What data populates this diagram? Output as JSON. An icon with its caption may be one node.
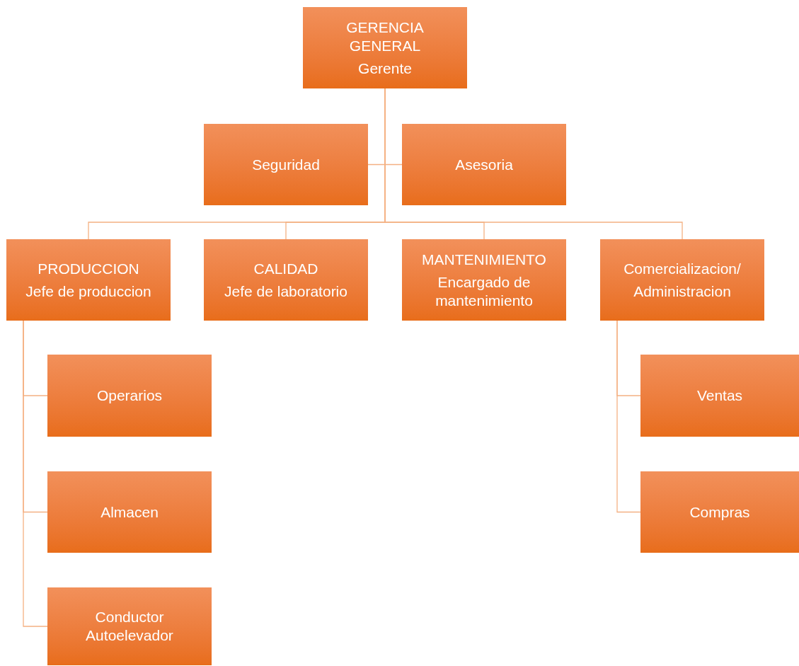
{
  "diagram": {
    "nodes": [
      {
        "text": [
          "GERENCIA GENERAL",
          "Gerente"
        ]
      },
      {
        "text": [
          "Seguridad"
        ]
      },
      {
        "text": [
          "Asesoria"
        ]
      },
      {
        "text": [
          "PRODUCCION",
          "Jefe de produccion"
        ]
      },
      {
        "text": [
          "CALIDAD",
          "Jefe de laboratorio"
        ]
      },
      {
        "text": [
          "MANTENIMIENTO",
          "Encargado de mantenimiento"
        ]
      },
      {
        "text": [
          "Comercializacion/",
          "Administracion"
        ]
      },
      {
        "text": [
          "Operarios"
        ]
      },
      {
        "text": [
          "Almacen"
        ]
      },
      {
        "text": [
          "Conductor Autoelevador"
        ]
      },
      {
        "text": [
          "Ventas"
        ]
      },
      {
        "text": [
          "Compras"
        ]
      }
    ],
    "edges": [
      {
        "from": 0,
        "to": 1,
        "arrow": "none"
      },
      {
        "from": 0,
        "to": 2,
        "arrow": "none"
      },
      {
        "from": 0,
        "to": 3,
        "arrow": "none"
      },
      {
        "from": 0,
        "to": 4,
        "arrow": "none"
      },
      {
        "from": 0,
        "to": 5,
        "arrow": "none"
      },
      {
        "from": 0,
        "to": 6,
        "arrow": "none"
      },
      {
        "from": 3,
        "to": 7,
        "arrow": "none"
      },
      {
        "from": 3,
        "to": 8,
        "arrow": "none"
      },
      {
        "from": 3,
        "to": 9,
        "arrow": "none"
      },
      {
        "from": 6,
        "to": 10,
        "arrow": "none"
      },
      {
        "from": 6,
        "to": 11,
        "arrow": "none"
      }
    ]
  }
}
